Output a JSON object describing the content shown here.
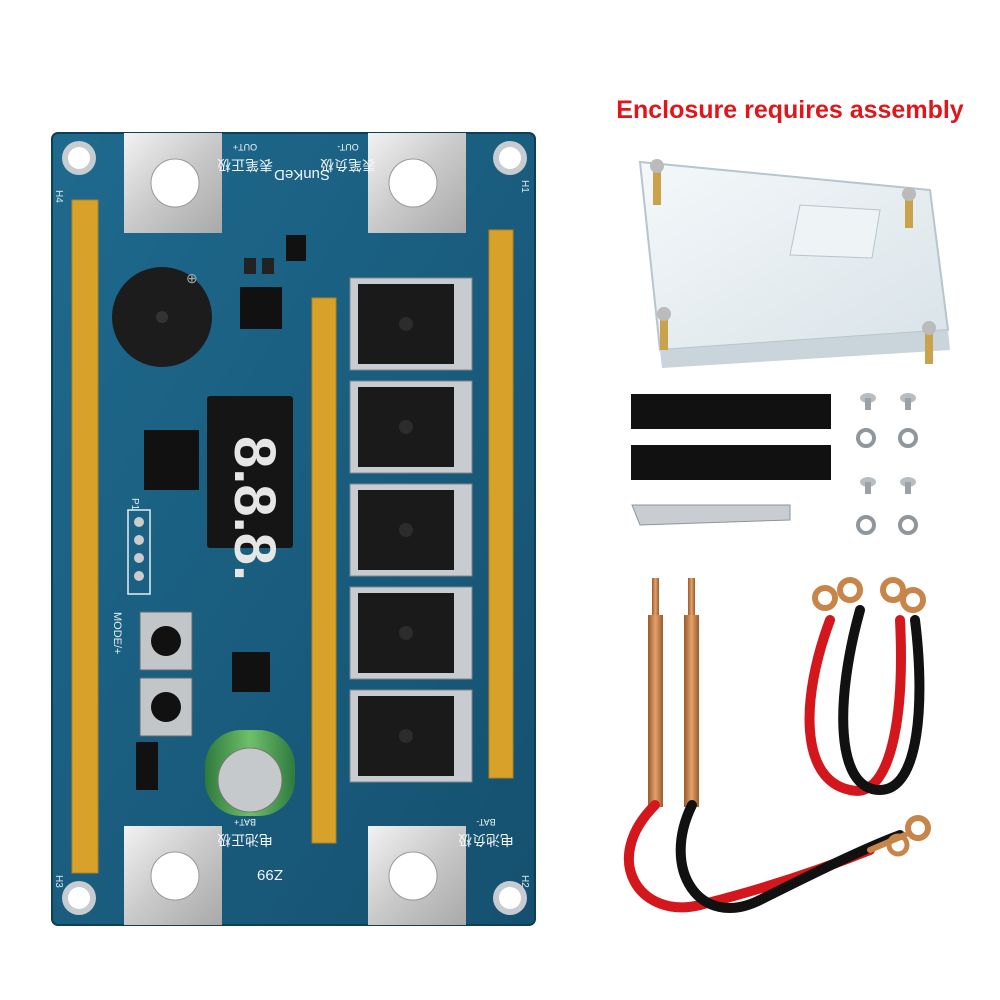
{
  "caption": "Enclosure requires assembly",
  "board": {
    "brand": "SunKeD",
    "model": "Z99",
    "display_digits": "8.8.8.",
    "label_mode": "MODE/+",
    "label_p1": "P1",
    "pad_top_left": "表笔正极",
    "pad_top_left_sub": "OUT+",
    "pad_top_right": "表笔负极",
    "pad_top_right_sub": "OUT-",
    "pad_bottom_left": "电池正极",
    "pad_bottom_left_sub": "BAT+",
    "pad_bottom_right": "电池负极",
    "pad_bottom_right_sub": "BAT-",
    "hole_tl": "H4",
    "hole_tr": "H1",
    "hole_bl": "H3",
    "hole_br": "H2",
    "mosfet_count": 5
  },
  "accessories": {
    "enclosure": "acrylic-case",
    "pads": 2,
    "screws": 4,
    "washers": 4
  },
  "colors": {
    "pcb": "#1a5a7c",
    "caption": "#e0161b",
    "copper": "#c8854a",
    "cable_red": "#d4171c",
    "cable_black": "#111111"
  }
}
